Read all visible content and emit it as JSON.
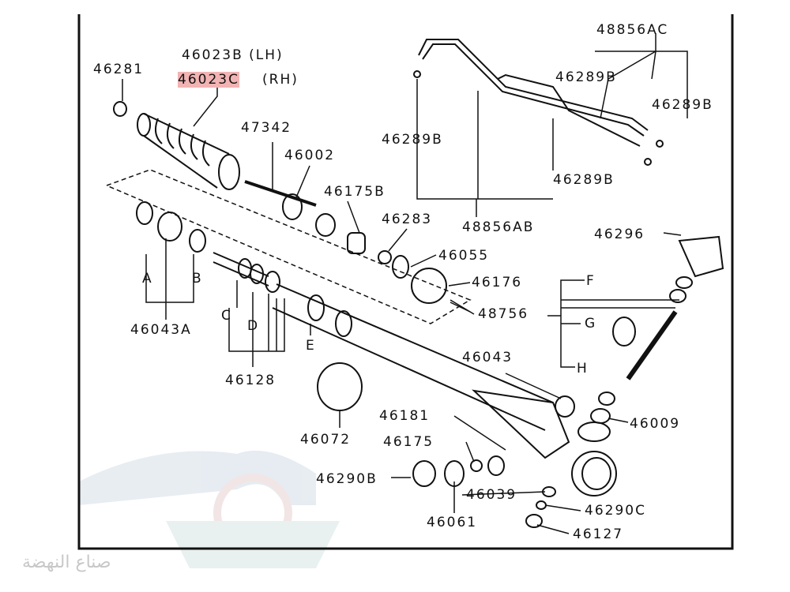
{
  "diagram": {
    "highlight_color": "#f2b3b3",
    "parts": {
      "p46281": "46281",
      "p46023B": "46023B (LH)",
      "p46023C": "46023C",
      "p46023C_side": "(RH)",
      "p47342": "47342",
      "p46002": "46002",
      "p46175B": "46175B",
      "p46283": "46283",
      "p46055": "46055",
      "p46176": "46176",
      "p48756": "48756",
      "p46043": "46043",
      "p46181": "46181",
      "p46175": "46175",
      "p46290B": "46290B",
      "p46039": "46039",
      "p46061": "46061",
      "p46290C": "46290C",
      "p46127": "46127",
      "p46009": "46009",
      "p46296": "46296",
      "p48856AC": "48856AC",
      "p46289B": "46289B",
      "p48856AB": "48856AB",
      "p46072": "46072",
      "p46128": "46128",
      "p46043A": "46043A"
    },
    "letters": {
      "A": "A",
      "B": "B",
      "C": "C",
      "D": "D",
      "E": "E",
      "F": "F",
      "G": "G",
      "H": "H"
    },
    "watermark": "صناع النهضة"
  }
}
